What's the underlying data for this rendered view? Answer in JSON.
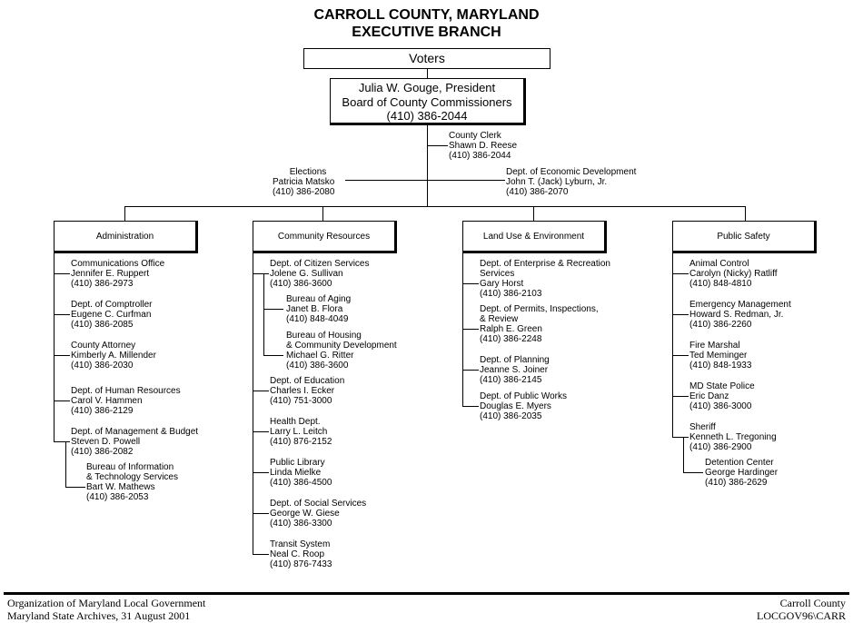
{
  "header": {
    "title_line1": "CARROLL COUNTY, MARYLAND",
    "title_line2": "EXECUTIVE BRANCH"
  },
  "voters": "Voters",
  "commissioners": {
    "line1": "Julia W. Gouge, President",
    "line2": "Board of County Commissioners",
    "phone": "(410) 386-2044"
  },
  "staff": {
    "county_clerk": {
      "title": "County Clerk",
      "name": "Shawn D. Reese",
      "phone": "(410) 386-2044"
    },
    "elections": {
      "title": "Elections",
      "name": "Patricia Matsko",
      "phone": "(410) 386-2080"
    },
    "economic_development": {
      "title": "Dept. of Economic Development",
      "name": "John T. (Jack) Lyburn, Jr.",
      "phone": "(410) 386-2070"
    }
  },
  "divisions": [
    {
      "label": "Administration",
      "entries": [
        {
          "lines": [
            "Communications Office",
            "Jennifer E. Ruppert",
            "(410) 386-2973"
          ]
        },
        {
          "lines": [
            "Dept. of Comptroller",
            "Eugene C. Curfman",
            "(410) 386-2085"
          ]
        },
        {
          "lines": [
            "County Attorney",
            "Kimberly A. Millender",
            "(410) 386-2030"
          ]
        },
        {
          "lines": [
            "Dept. of Human Resources",
            "Carol V. Hammen",
            "(410) 386-2129"
          ]
        },
        {
          "lines": [
            "Dept. of Management & Budget",
            "Steven D. Powell",
            "(410) 386-2082"
          ]
        },
        {
          "lines": [
            "Bureau of Information",
            "& Technology Services",
            "Bart W. Mathews",
            "(410) 386-2053"
          ]
        }
      ]
    },
    {
      "label": "Community Resources",
      "entries": [
        {
          "lines": [
            "Dept. of Citizen Services",
            "Jolene G. Sullivan",
            "(410) 386-3600"
          ]
        },
        {
          "lines": [
            "Bureau of Aging",
            "Janet B. Flora",
            "(410) 848-4049"
          ]
        },
        {
          "lines": [
            "Bureau of Housing",
            "& Community Development",
            "Michael G. Ritter",
            "(410) 386-3600"
          ]
        },
        {
          "lines": [
            "Dept. of Education",
            "Charles I. Ecker",
            "(410) 751-3000"
          ]
        },
        {
          "lines": [
            "Health Dept.",
            "Larry L. Leitch",
            "(410) 876-2152"
          ]
        },
        {
          "lines": [
            "Public Library",
            "Linda Mielke",
            "(410) 386-4500"
          ]
        },
        {
          "lines": [
            "Dept. of Social Services",
            "George W. Giese",
            "(410) 386-3300"
          ]
        },
        {
          "lines": [
            "Transit System",
            "Neal C. Roop",
            "(410) 876-7433"
          ]
        }
      ]
    },
    {
      "label": "Land Use & Environment",
      "entries": [
        {
          "lines": [
            "Dept. of Enterprise & Recreation",
            "Services",
            "Gary Horst",
            "(410) 386-2103"
          ]
        },
        {
          "lines": [
            "Dept. of Permits, Inspections,",
            "& Review",
            "Ralph E. Green",
            "(410) 386-2248"
          ]
        },
        {
          "lines": [
            "Dept. of Planning",
            "Jeanne S. Joiner",
            "(410) 386-2145"
          ]
        },
        {
          "lines": [
            "Dept. of Public Works",
            "Douglas E. Myers",
            "(410) 386-2035"
          ]
        }
      ]
    },
    {
      "label": "Public Safety",
      "entries": [
        {
          "lines": [
            "Animal Control",
            "Carolyn (Nicky) Ratliff",
            "(410) 848-4810"
          ]
        },
        {
          "lines": [
            "Emergency Management",
            "Howard S. Redman, Jr.",
            "(410) 386-2260"
          ]
        },
        {
          "lines": [
            "Fire Marshal",
            "Ted Meminger",
            "(410) 848-1933"
          ]
        },
        {
          "lines": [
            "MD State Police",
            "Eric Danz",
            "(410) 386-3000"
          ]
        },
        {
          "lines": [
            "Sheriff",
            "Kenneth L. Tregoning",
            "(410) 386-2900"
          ]
        },
        {
          "lines": [
            "Detention Center",
            "George Hardinger",
            "(410) 386-2629"
          ]
        }
      ]
    }
  ],
  "footer": {
    "left_line1": "Organization of Maryland Local Government",
    "left_line2": "Maryland State Archives, 31 August 2001",
    "right_line1": "Carroll County",
    "right_line2": "LOCGOV96\\CARR"
  }
}
